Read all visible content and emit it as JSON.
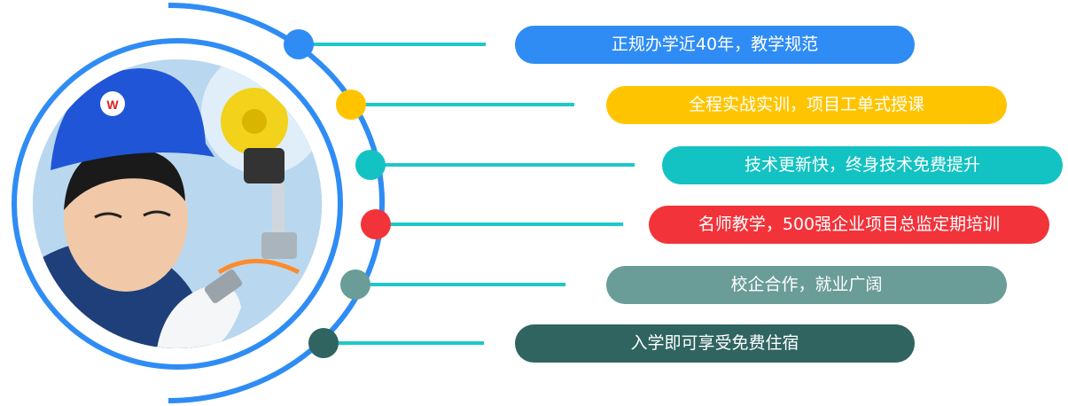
{
  "colors": {
    "ring": "#2f8cf4",
    "connector": "#1ec8c8"
  },
  "features": [
    {
      "label": "正规办学近40年，教学规范",
      "color": "#2f8cf4"
    },
    {
      "label": "全程实战实训，项目工单式授课",
      "color": "#ffc400"
    },
    {
      "label": "技术更新快，终身技术免费提升",
      "color": "#13c2c2"
    },
    {
      "label": "名师教学，500强企业项目总监定期培训",
      "color": "#f2333a"
    },
    {
      "label": "校企合作，就业广阔",
      "color": "#6a9c98"
    },
    {
      "label": "入学即可享受免费住宿",
      "color": "#2f6461"
    }
  ],
  "photo": {
    "helmet_badge": "W"
  }
}
